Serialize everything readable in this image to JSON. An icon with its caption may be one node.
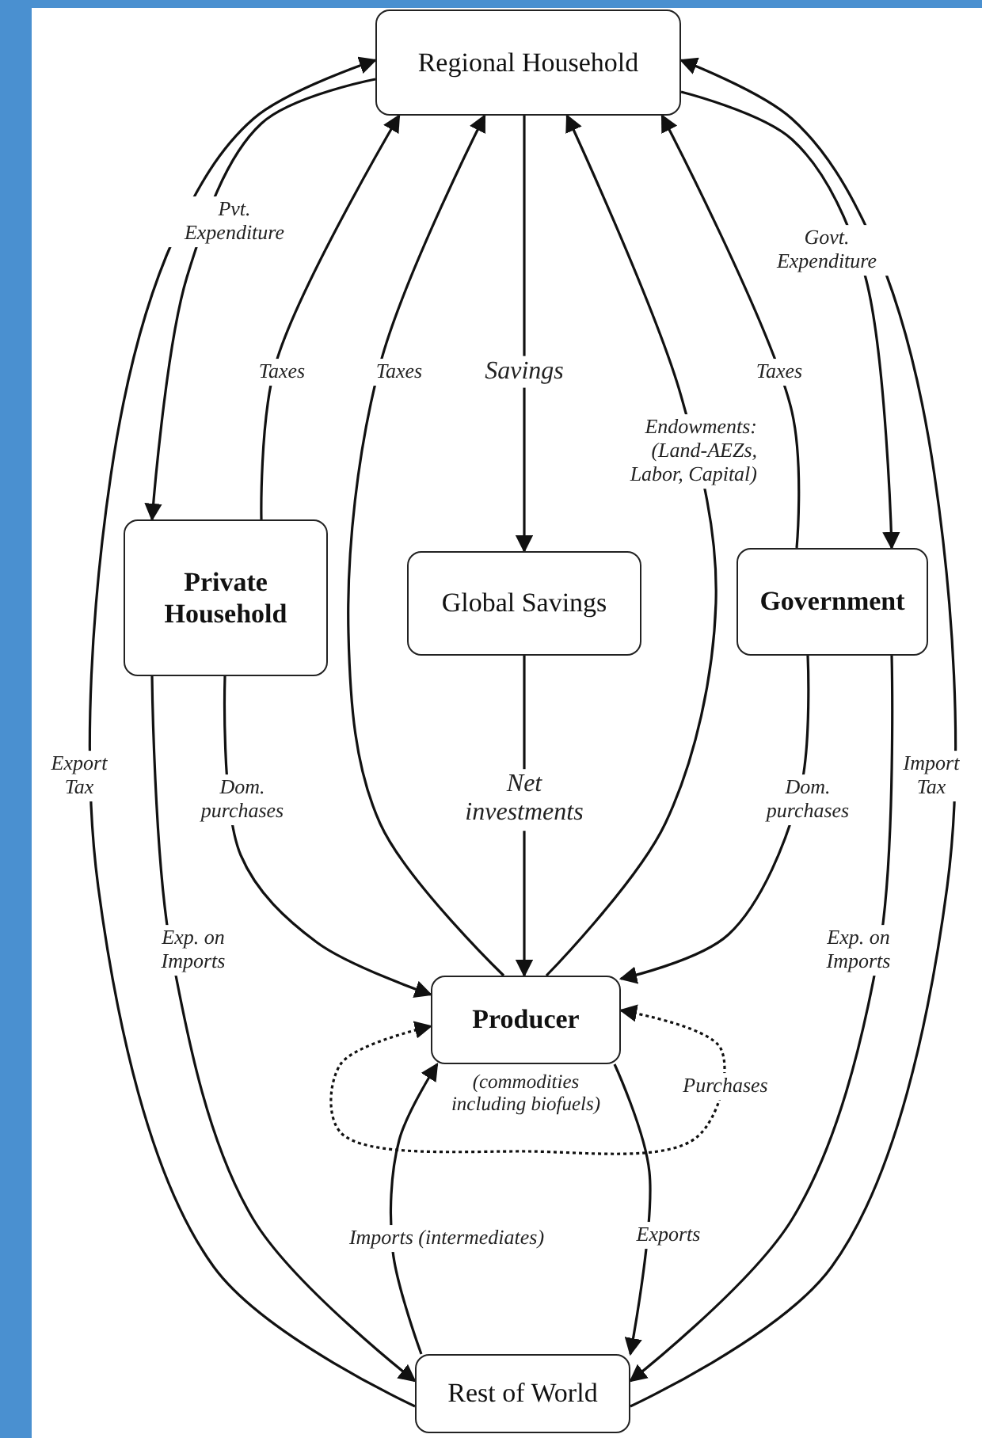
{
  "diagram": {
    "nodes": [
      {
        "text": [
          "Regional Household"
        ]
      },
      {
        "text": [
          "Private Household"
        ]
      },
      {
        "text": [
          "Global Savings"
        ]
      },
      {
        "text": [
          "Government"
        ]
      },
      {
        "text": [
          "Producer"
        ],
        "beside": [
          "(commodities including biofuels)"
        ]
      },
      {
        "text": [
          "Rest of World"
        ]
      }
    ],
    "edges": [
      {
        "from": 0,
        "to": 1,
        "arrow": "to",
        "label": "Pvt. Expenditure"
      },
      {
        "from": 1,
        "to": 0,
        "arrow": "to",
        "label": "Taxes"
      },
      {
        "from": 4,
        "to": 0,
        "arrow": "to",
        "label": "Taxes"
      },
      {
        "from": 0,
        "to": 2,
        "arrow": "to",
        "label": "Savings"
      },
      {
        "from": 4,
        "to": 0,
        "arrow": "to",
        "label": "Endowments: (Land-AEZs, Labor, Capital)"
      },
      {
        "from": 3,
        "to": 0,
        "arrow": "to",
        "label": "Taxes"
      },
      {
        "from": 0,
        "to": 3,
        "arrow": "to",
        "label": "Govt. Expenditure"
      },
      {
        "from": 5,
        "to": 0,
        "arrow": "to",
        "label": "Export Tax"
      },
      {
        "from": 5,
        "to": 0,
        "arrow": "to",
        "label": "Import Tax"
      },
      {
        "from": 1,
        "to": 4,
        "arrow": "to",
        "label": "Dom. purchases"
      },
      {
        "from": 2,
        "to": 4,
        "arrow": "to",
        "label": "Net investments"
      },
      {
        "from": 3,
        "to": 4,
        "arrow": "to",
        "label": "Dom. purchases"
      },
      {
        "from": 1,
        "to": 5,
        "arrow": "to",
        "label": "Exp. on Imports"
      },
      {
        "from": 3,
        "to": 5,
        "arrow": "to",
        "label": "Exp. on Imports"
      },
      {
        "from": 5,
        "to": 4,
        "arrow": "to",
        "label": "Imports (intermediates)"
      },
      {
        "from": 4,
        "to": 5,
        "arrow": "to",
        "label": "Exports"
      },
      {
        "from": 4,
        "to": 4,
        "arrow": "both",
        "label": "Purchases",
        "style": "dashed"
      }
    ]
  }
}
